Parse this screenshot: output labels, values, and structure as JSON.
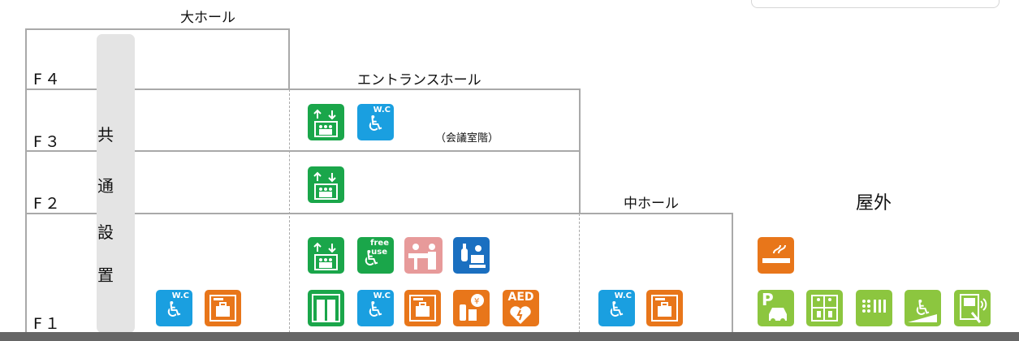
{
  "sections": {
    "large_hall": "大ホール",
    "entrance_hall": "エントランスホール",
    "medium_hall": "中ホール",
    "outdoor": "屋外"
  },
  "floors": [
    "F４",
    "F３",
    "F２",
    "F１"
  ],
  "common": {
    "chars": [
      "共",
      "通",
      "設",
      "置"
    ]
  },
  "notes": {
    "f3_entrance": "（会議室階）"
  },
  "icons": {
    "wc_sub": "W.C",
    "free_top": "free",
    "free_bottom": "use",
    "aed_label": "AED",
    "parking_label": "P"
  },
  "colors": {
    "elevator": "#1aa64a",
    "wheelchair": "#1a9fe0",
    "locker": "#e8761a",
    "reception": "#e79a9a",
    "nursery": "#1a6fc0",
    "aed": "#e8761a",
    "outdoor_green": "#8cc63f",
    "grid_line": "#a9a9a9",
    "ground": "#666666"
  }
}
